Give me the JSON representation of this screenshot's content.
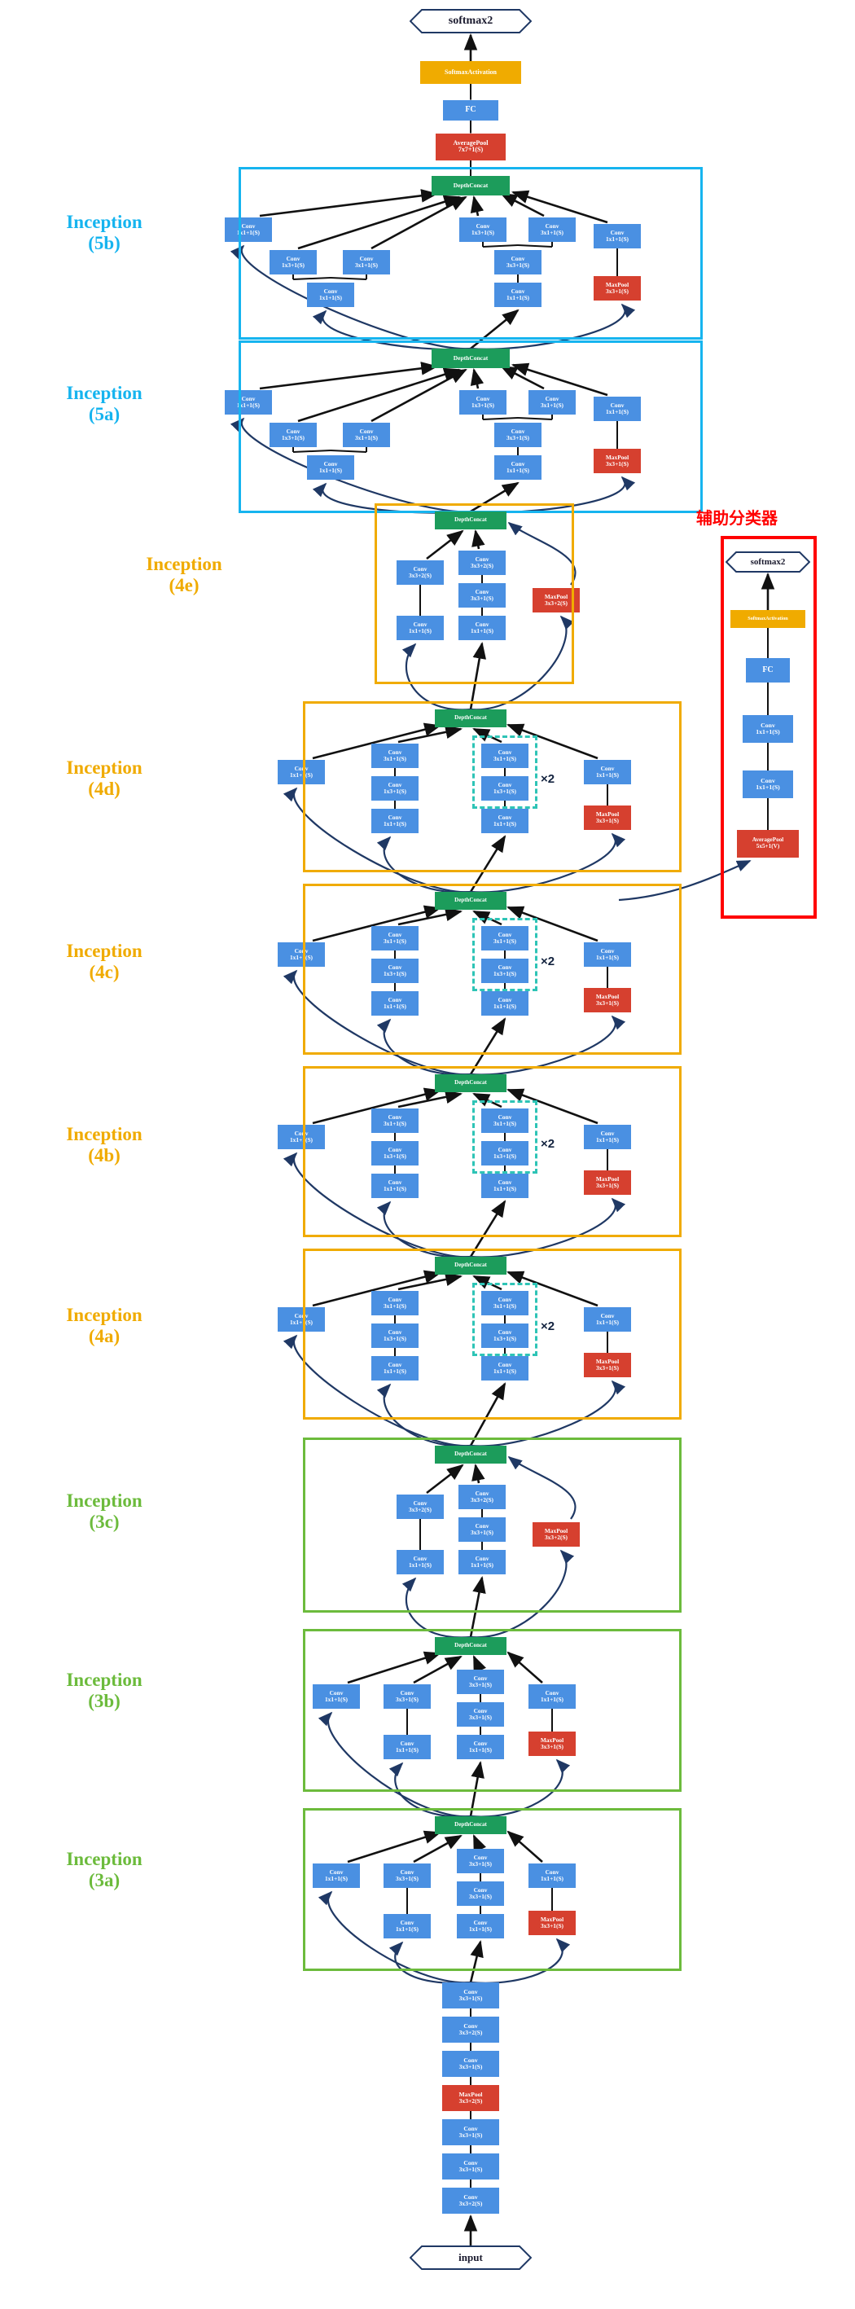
{
  "diagram": {
    "title": "GoogLeNet / Inception network architecture",
    "colors": {
      "conv": "#4a90e2",
      "pool": "#d6402f",
      "concat": "#1c9c5b",
      "softmax_activation": "#f0ab00",
      "group_cyan": "#16b4ef",
      "group_amber": "#f0ab00",
      "group_green": "#6cbb3c",
      "group_aux_red": "#ff0000",
      "dashed_repeat": "#2ec4b6",
      "edge": "#111111",
      "curved_edge": "#1f3864"
    },
    "labels": {
      "aux_classifier_title": "辅助分类器",
      "repeat_x2": "×2"
    },
    "node_text": {
      "conv": "Conv",
      "maxpool": "MaxPool",
      "avgpool": "AveragePool",
      "depthconcat": "DepthConcat",
      "softmax_activation": "SoftmaxActivation",
      "fc": "FC",
      "softmax2": "softmax2",
      "input": "input",
      "k1x1s1": "1x1+1(S)",
      "k3x3s1": "3x3+1(S)",
      "k3x3s2": "3x3+2(S)",
      "k1x3s1": "1x3+1(S)",
      "k3x1s1": "3x1+1(S)",
      "k7x7s1": "7x7+1(S)",
      "k5x5v1": "5x5+1(V)"
    },
    "group_labels": [
      {
        "id": "inception-5b",
        "line1": "Inception",
        "line2": "(5b)",
        "color": "#16b4ef"
      },
      {
        "id": "inception-5a",
        "line1": "Inception",
        "line2": "(5a)",
        "color": "#16b4ef"
      },
      {
        "id": "inception-4e",
        "line1": "Inception",
        "line2": "(4e)",
        "color": "#f0ab00"
      },
      {
        "id": "inception-4d",
        "line1": "Inception",
        "line2": "(4d)",
        "color": "#f0ab00"
      },
      {
        "id": "inception-4c",
        "line1": "Inception",
        "line2": "(4c)",
        "color": "#f0ab00"
      },
      {
        "id": "inception-4b",
        "line1": "Inception",
        "line2": "(4b)",
        "color": "#f0ab00"
      },
      {
        "id": "inception-4a",
        "line1": "Inception",
        "line2": "(4a)",
        "color": "#f0ab00"
      },
      {
        "id": "inception-3c",
        "line1": "Inception",
        "line2": "(3c)",
        "color": "#6cbb3c"
      },
      {
        "id": "inception-3b",
        "line1": "Inception",
        "line2": "(3b)",
        "color": "#6cbb3c"
      },
      {
        "id": "inception-3a",
        "line1": "Inception",
        "line2": "(3a)",
        "color": "#6cbb3c"
      }
    ],
    "head": {
      "softmax2": "softmax2",
      "softmax_activation": "SoftmaxActivation",
      "fc": "FC",
      "avgpool_l1": "AveragePool",
      "avgpool_l2": "7x7+1(S)"
    },
    "aux_branch": {
      "softmax2": "softmax2",
      "softmax_activation": "SoftmaxActivation",
      "fc": "FC",
      "conv_a_l1": "Conv",
      "conv_a_l2": "1x1+1(S)",
      "conv_b_l1": "Conv",
      "conv_b_l2": "1x1+1(S)",
      "avgpool_l1": "AveragePool",
      "avgpool_l2": "5x5+1(V)"
    },
    "stem": [
      {
        "l1": "Conv",
        "l2": "3x3+1(S)",
        "kind": "conv"
      },
      {
        "l1": "Conv",
        "l2": "3x3+2(S)",
        "kind": "conv"
      },
      {
        "l1": "Conv",
        "l2": "3x3+1(S)",
        "kind": "conv"
      },
      {
        "l1": "MaxPool",
        "l2": "3x3+2(S)",
        "kind": "pool"
      },
      {
        "l1": "Conv",
        "l2": "3x3+1(S)",
        "kind": "conv"
      },
      {
        "l1": "Conv",
        "l2": "3x3+1(S)",
        "kind": "conv"
      },
      {
        "l1": "Conv",
        "l2": "3x3+2(S)",
        "kind": "conv"
      }
    ],
    "stem_input": "input",
    "blocks": {
      "inception_5": {
        "concat": "DepthConcat",
        "branch1": [
          {
            "l1": "Conv",
            "l2": "1x1+1(S)",
            "kind": "conv"
          }
        ],
        "branch2_base": [
          {
            "l1": "Conv",
            "l2": "1x1+1(S)",
            "kind": "conv"
          }
        ],
        "branch2_split": [
          {
            "l1": "Conv",
            "l2": "1x3+1(S)",
            "kind": "conv"
          },
          {
            "l1": "Conv",
            "l2": "3x1+1(S)",
            "kind": "conv"
          }
        ],
        "branch3_base": [
          {
            "l1": "Conv",
            "l2": "1x1+1(S)",
            "kind": "conv"
          },
          {
            "l1": "Conv",
            "l2": "3x3+1(S)",
            "kind": "conv"
          }
        ],
        "branch3_split": [
          {
            "l1": "Conv",
            "l2": "1x3+1(S)",
            "kind": "conv"
          },
          {
            "l1": "Conv",
            "l2": "3x1+1(S)",
            "kind": "conv"
          }
        ],
        "branch4": [
          {
            "l1": "MaxPool",
            "l2": "3x3+1(S)",
            "kind": "pool"
          },
          {
            "l1": "Conv",
            "l2": "1x1+1(S)",
            "kind": "conv"
          }
        ]
      },
      "reduction": {
        "concat": "DepthConcat",
        "branch1": [
          {
            "l1": "Conv",
            "l2": "1x1+1(S)",
            "kind": "conv"
          },
          {
            "l1": "Conv",
            "l2": "3x3+2(S)",
            "kind": "conv"
          }
        ],
        "branch2": [
          {
            "l1": "Conv",
            "l2": "1x1+1(S)",
            "kind": "conv"
          },
          {
            "l1": "Conv",
            "l2": "3x3+1(S)",
            "kind": "conv"
          },
          {
            "l1": "Conv",
            "l2": "3x3+2(S)",
            "kind": "conv"
          }
        ],
        "branch3": [
          {
            "l1": "MaxPool",
            "l2": "3x3+2(S)",
            "kind": "pool"
          }
        ]
      },
      "inception_4x": {
        "concat": "DepthConcat",
        "repeat": "×2",
        "branch1": [
          {
            "l1": "Conv",
            "l2": "1x1+1(S)",
            "kind": "conv"
          }
        ],
        "branch2": [
          {
            "l1": "Conv",
            "l2": "1x1+1(S)",
            "kind": "conv"
          },
          {
            "l1": "Conv",
            "l2": "1x3+1(S)",
            "kind": "conv"
          },
          {
            "l1": "Conv",
            "l2": "3x1+1(S)",
            "kind": "conv"
          }
        ],
        "branch3": [
          {
            "l1": "Conv",
            "l2": "1x1+1(S)",
            "kind": "conv"
          },
          {
            "l1": "Conv",
            "l2": "1x3+1(S)",
            "kind": "conv"
          },
          {
            "l1": "Conv",
            "l2": "3x1+1(S)",
            "kind": "conv"
          }
        ],
        "branch4": [
          {
            "l1": "MaxPool",
            "l2": "3x3+1(S)",
            "kind": "pool"
          },
          {
            "l1": "Conv",
            "l2": "1x1+1(S)",
            "kind": "conv"
          }
        ]
      },
      "inception_3x": {
        "concat": "DepthConcat",
        "branch1": [
          {
            "l1": "Conv",
            "l2": "1x1+1(S)",
            "kind": "conv"
          }
        ],
        "branch2": [
          {
            "l1": "Conv",
            "l2": "1x1+1(S)",
            "kind": "conv"
          },
          {
            "l1": "Conv",
            "l2": "3x3+1(S)",
            "kind": "conv"
          }
        ],
        "branch3": [
          {
            "l1": "Conv",
            "l2": "1x1+1(S)",
            "kind": "conv"
          },
          {
            "l1": "Conv",
            "l2": "3x3+1(S)",
            "kind": "conv"
          },
          {
            "l1": "Conv",
            "l2": "3x3+1(S)",
            "kind": "conv"
          }
        ],
        "branch4": [
          {
            "l1": "MaxPool",
            "l2": "3x3+1(S)",
            "kind": "pool"
          },
          {
            "l1": "Conv",
            "l2": "1x1+1(S)",
            "kind": "conv"
          }
        ]
      }
    }
  }
}
